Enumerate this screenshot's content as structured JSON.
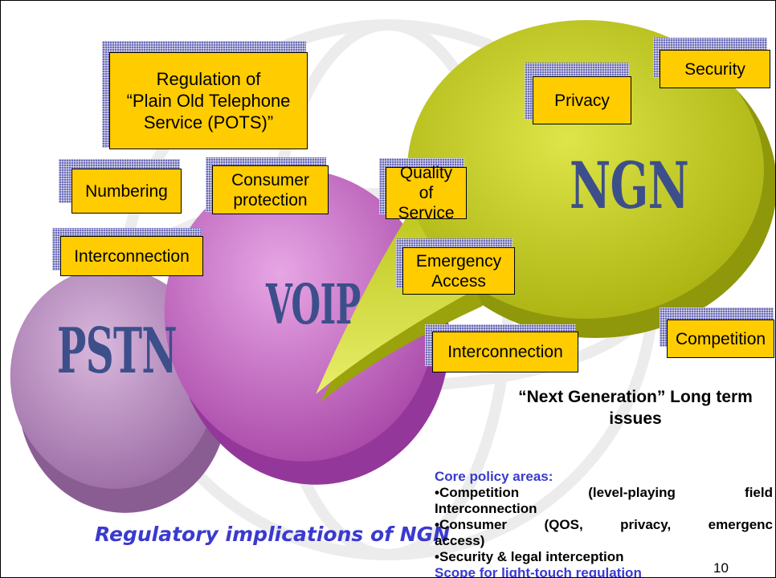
{
  "labels": {
    "pstn": "PSTN",
    "voip": "VOIP",
    "ngn": "NGN"
  },
  "boxes": {
    "regulation": "Regulation of\n“Plain Old Telephone\nService (POTS)”",
    "numbering": "Numbering",
    "consumer_protection": "Consumer\nprotection",
    "interconnection_left": "Interconnection",
    "quality_of_service": "Quality of\nService",
    "emergency_access": "Emergency\nAccess",
    "interconnection_right": "Interconnection",
    "privacy": "Privacy",
    "security": "Security",
    "competition": "Competition"
  },
  "issues_title": "“Next Generation” Long term issues",
  "caption": "Regulatory implications of NGN",
  "policy": {
    "heading": "Core policy areas:",
    "b1_w1": "•Competition",
    "b1_w2": "(level-playing",
    "b1_w3": "field",
    "b1_cont": "Interconnection",
    "b2_w1": "•Consumer",
    "b2_w2": "(QOS,",
    "b2_w3": "privacy,",
    "b2_w4": "emergenc",
    "b2_cont": "access)",
    "b3": "•Security & legal interception",
    "scope": "Scope for light-touch regulation"
  },
  "page_number": "10",
  "colors": {
    "box_fill": "#ffcc00",
    "pstn_fill": "#b98fbf",
    "voip_fill": "#c86fc6",
    "ngn_fill": "#c8d21a",
    "blob_text": "#3d4f8a",
    "caption": "#3a3ad0",
    "shadow": "#6b6bb8"
  }
}
